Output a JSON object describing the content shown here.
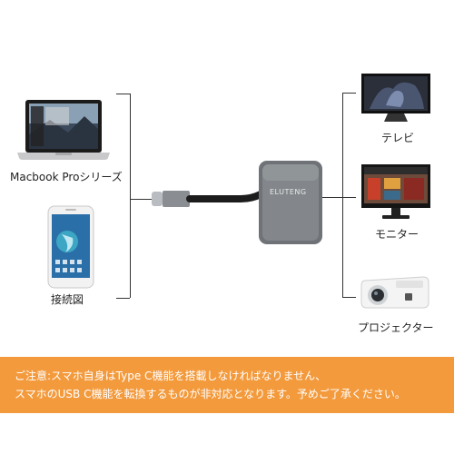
{
  "devices_left": [
    {
      "label": "Macbook Proシリーズ"
    },
    {
      "label": "接続図"
    }
  ],
  "devices_right": [
    {
      "label": "テレビ"
    },
    {
      "label": "モニター"
    },
    {
      "label": "プロジェクター"
    }
  ],
  "adapter": {
    "brand": "ELUTENG"
  },
  "notice": {
    "line1": "ご注意:スマホ自身はType C機能を搭載しなければなりません、",
    "line2": "スマホのUSB C機能を転換するものが非対応となります。予めご了承ください。"
  },
  "colors": {
    "notice_bg": "#f39a3d",
    "notice_text": "#ffffff",
    "line": "#333333"
  }
}
